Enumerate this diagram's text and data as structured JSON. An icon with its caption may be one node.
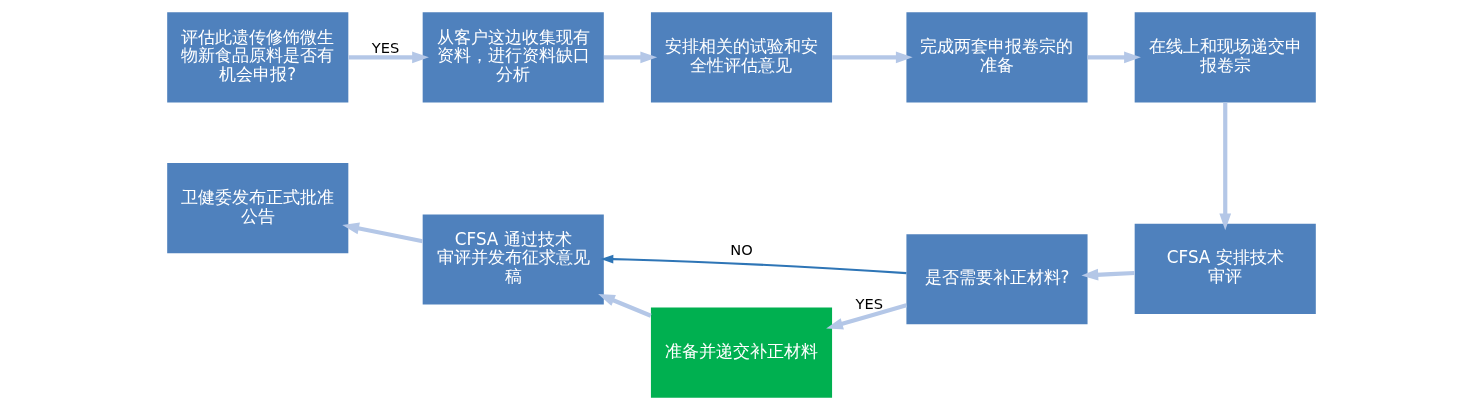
{
  "diagram": {
    "nodes": [
      {
        "text": [
          "评估此遗传修饰微生物新食品原料是否有机会申报?"
        ]
      },
      {
        "text": [
          "从客户这边收集现有资料，进行资料缺口分析"
        ]
      },
      {
        "text": [
          "安排相关的试验和安全性评估意见"
        ]
      },
      {
        "text": [
          "完成两套申报卷宗的准备"
        ]
      },
      {
        "text": [
          "在线上和现场递交申报卷宗"
        ]
      },
      {
        "text": [
          "CFSA 安排技术审评"
        ]
      },
      {
        "text": [
          "是否需要补正材料?"
        ]
      },
      {
        "text": [
          "准备并递交补正材料"
        ]
      },
      {
        "text": [
          "CFSA 通过技术审评并发布征求意见稿"
        ]
      },
      {
        "text": [
          "卫健委发布正式批准公告"
        ]
      }
    ],
    "edges": [
      {
        "from": 0,
        "to": 1,
        "arrow": "to",
        "label": "YES"
      },
      {
        "from": 1,
        "to": 2,
        "arrow": "to"
      },
      {
        "from": 2,
        "to": 3,
        "arrow": "to"
      },
      {
        "from": 3,
        "to": 4,
        "arrow": "to"
      },
      {
        "from": 4,
        "to": 5,
        "arrow": "to"
      },
      {
        "from": 5,
        "to": 6,
        "arrow": "to"
      },
      {
        "from": 6,
        "to": 7,
        "arrow": "to",
        "label": "YES"
      },
      {
        "from": 7,
        "to": 8,
        "arrow": "to"
      },
      {
        "from": 8,
        "to": 9,
        "arrow": "to"
      },
      {
        "from": 6,
        "to": 8,
        "arrow": "to",
        "label": "NO",
        "color": "#2e75b6"
      }
    ]
  }
}
